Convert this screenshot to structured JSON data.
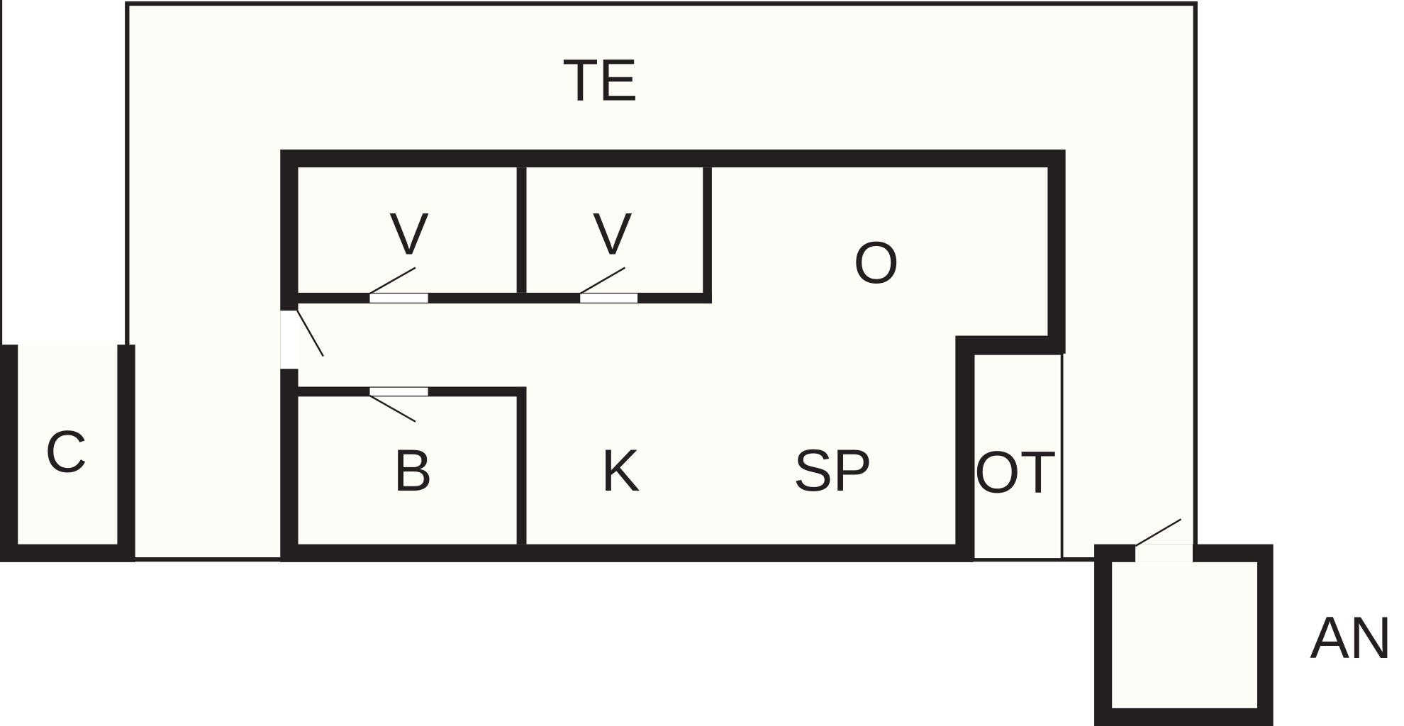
{
  "colors": {
    "wall": "#231f20",
    "floor": "#fdfdf7",
    "background": "#ffffff"
  },
  "rooms": {
    "terrace": "TE",
    "storage_c": "C",
    "room_v1": "V",
    "room_v2": "V",
    "room_o": "O",
    "room_b": "B",
    "kitchen": "K",
    "dining": "SP",
    "room_ot": "OT",
    "annex": "AN"
  }
}
